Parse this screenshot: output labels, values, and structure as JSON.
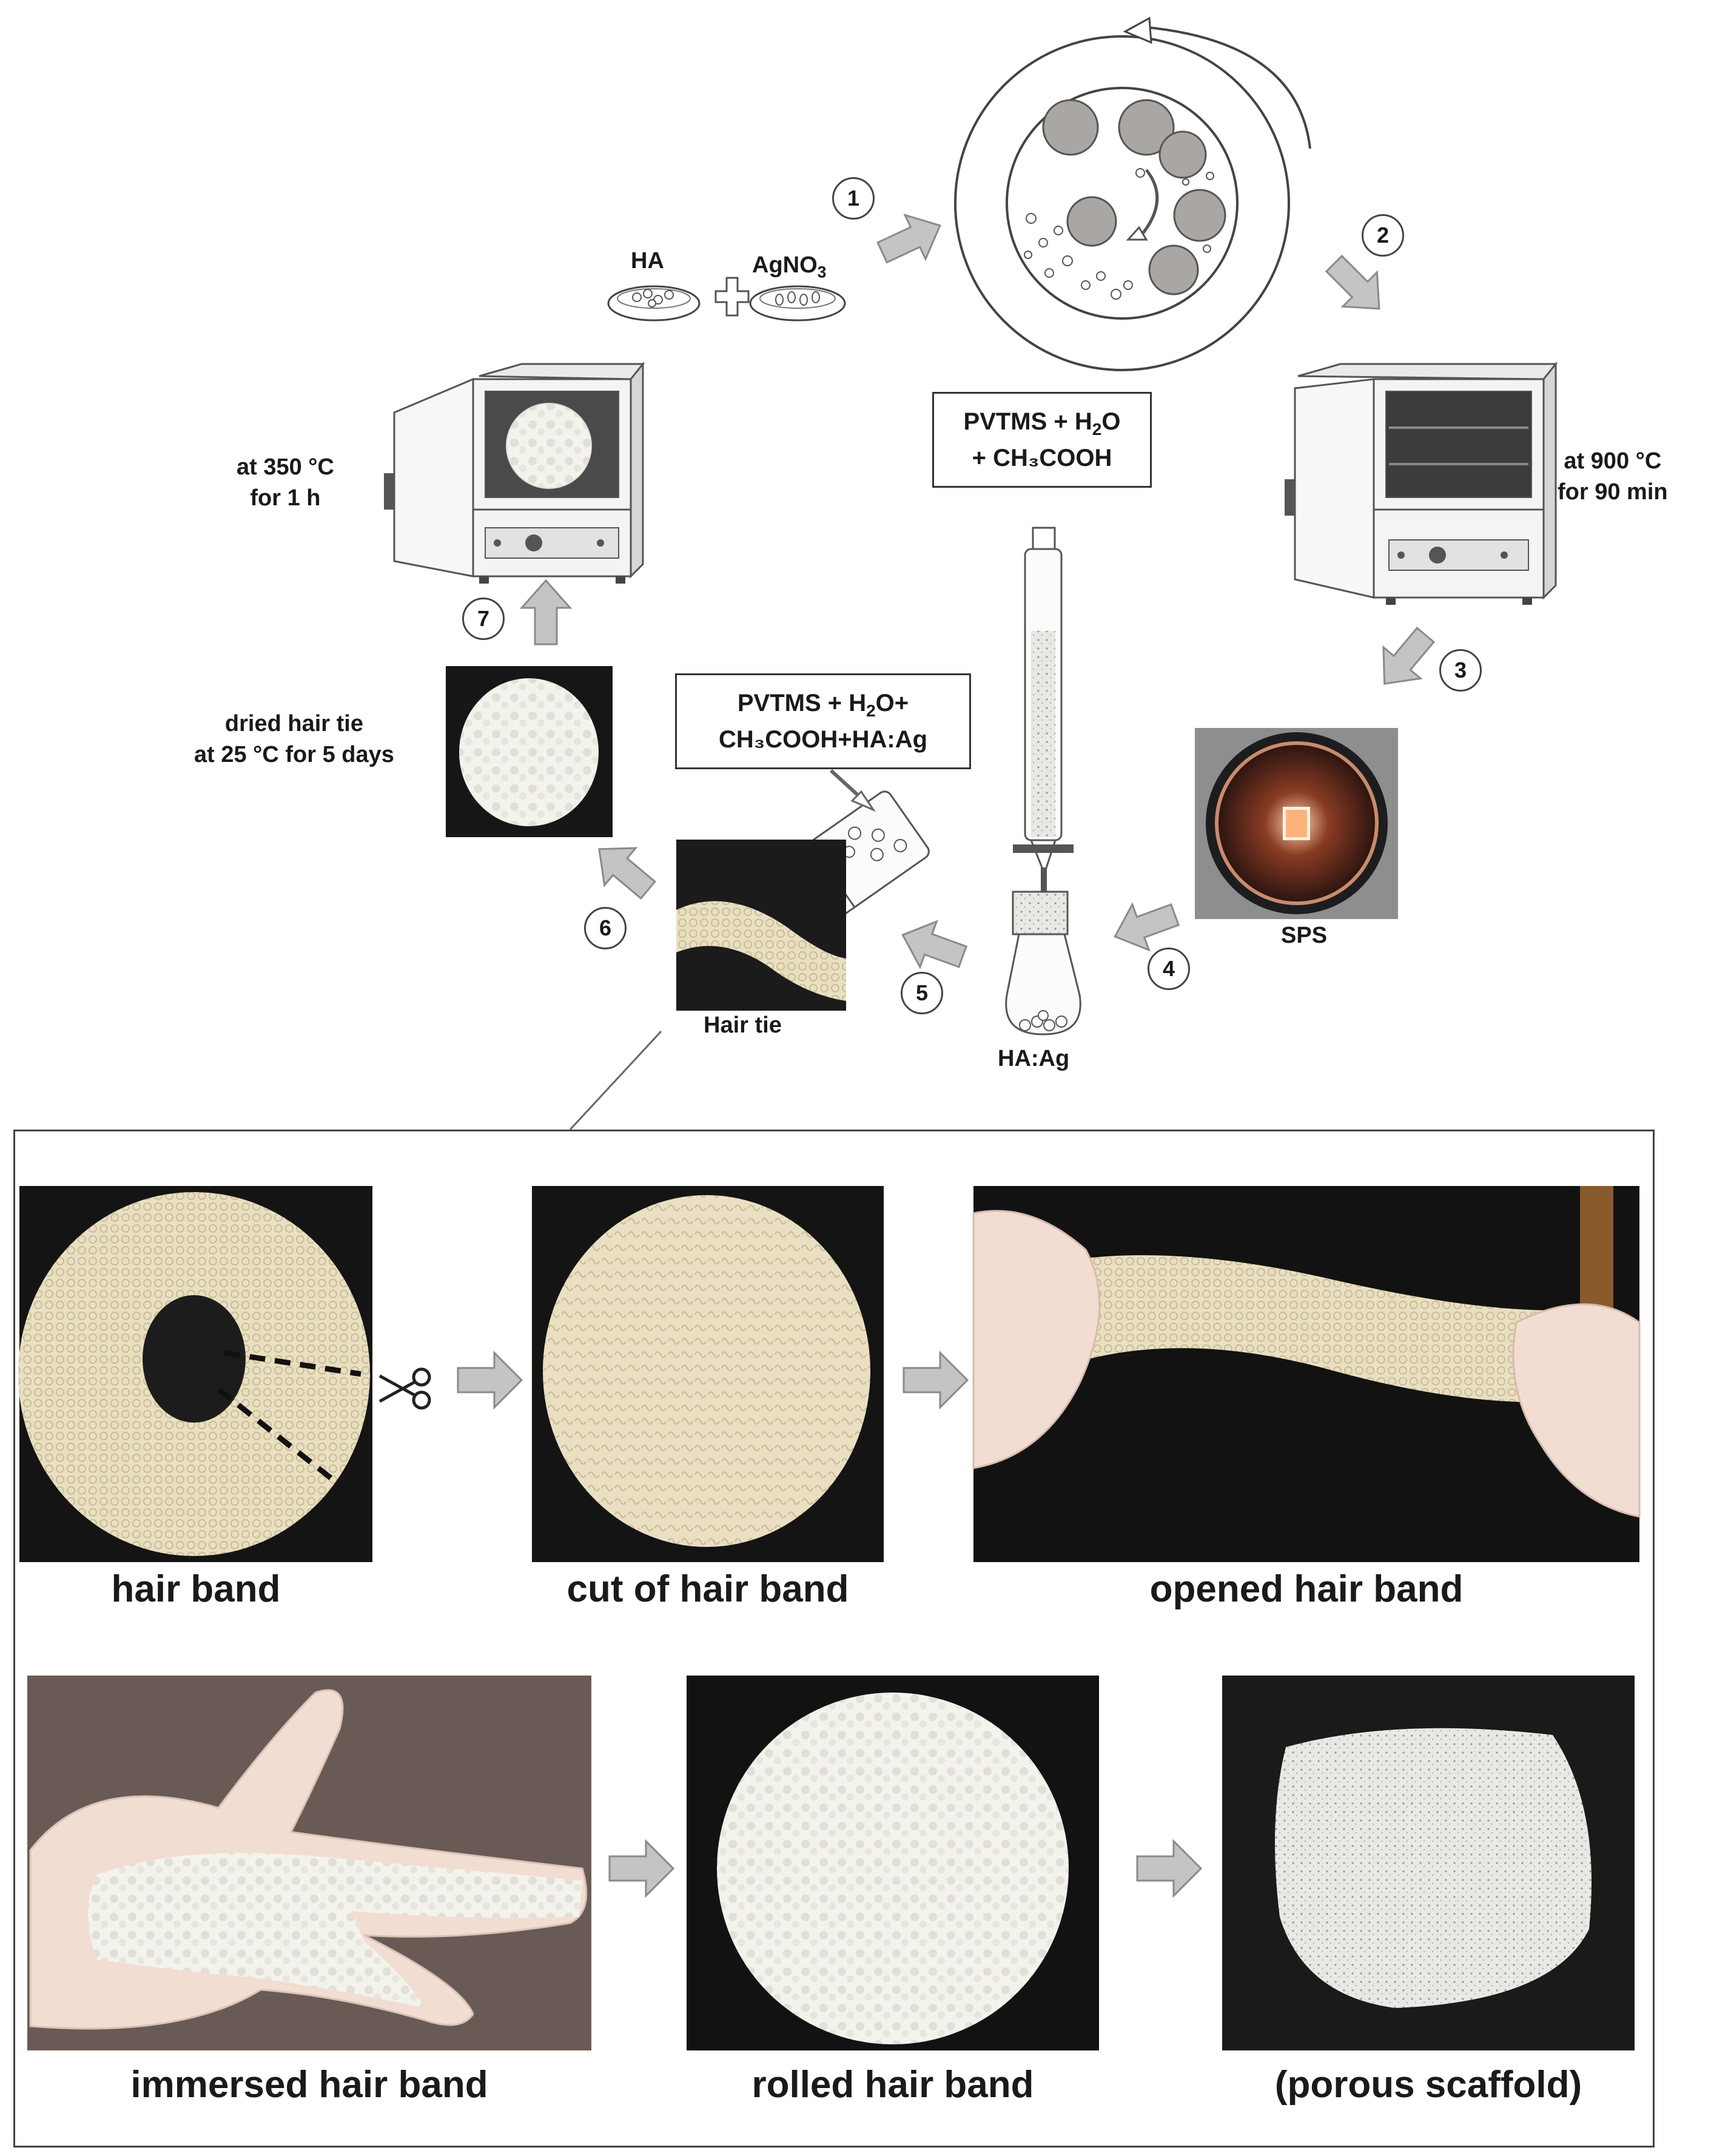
{
  "inputs": {
    "ha": "HA",
    "agno3_base": "AgNO",
    "agno3_sub": "3"
  },
  "steps": [
    "1",
    "2",
    "3",
    "4",
    "5",
    "6",
    "7"
  ],
  "furnace_right": {
    "line1": "at 900 °C",
    "line2": "for 90 min"
  },
  "furnace_left": {
    "line1": "at 350 °C",
    "line2": "for 1 h"
  },
  "sps_label": "SPS",
  "burette_box": {
    "line1_a": "PVTMS + H",
    "line1_sub": "2",
    "line1_b": "O",
    "line2": "+ CH₃COOH"
  },
  "flask_label": "HA:Ag",
  "mix_box": {
    "line1_a": "PVTMS + H",
    "line1_sub": "2",
    "line1_b": "O+",
    "line2": "CH₃COOH+HA:Ag"
  },
  "hair_tie_label": "Hair tie",
  "dried_label": {
    "line1": "dried hair tie",
    "line2": "at 25 °C for 5 days"
  },
  "panel": {
    "captions": [
      "hair band",
      "cut of hair band",
      "opened hair band",
      "immersed hair band",
      "rolled hair band",
      "(porous scaffold)"
    ]
  },
  "colors": {
    "arrow_fill": "#c4c4c4",
    "arrow_stroke": "#8a8a8a",
    "foam": "#efe6cc",
    "cotton": "#f6f4ee",
    "dark_bg": "#141414"
  }
}
